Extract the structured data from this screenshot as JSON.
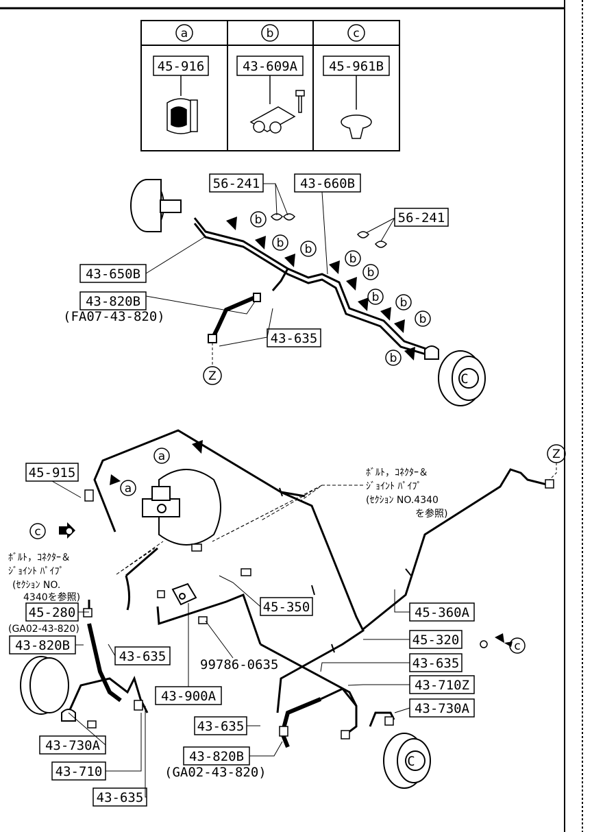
{
  "legend": {
    "a": {
      "letter": "a",
      "part": "45-916"
    },
    "b": {
      "letter": "b",
      "part": "43-609A"
    },
    "c": {
      "letter": "c",
      "part": "45-961B"
    }
  },
  "upper": {
    "p_56241_a": "56-241",
    "p_43660b": "43-660B",
    "p_56241_b": "56-241",
    "p_43650b": "43-650B",
    "p_43820b": "43-820B",
    "p_fa07": "(FA07-43-820)",
    "p_43635": "43-635",
    "z": "Z",
    "b": "b"
  },
  "lower": {
    "p_45915": "45-915",
    "a": "a",
    "c": "c",
    "z": "Z",
    "note_right_1": "ﾎﾞﾙﾄ，ｺﾈｸﾀｰ＆",
    "note_right_2": "ｼﾞｮｲﾝﾄ ﾊﾟｲﾌﾟ",
    "note_right_3": "(ｾｸｼｮﾝ NO.4340",
    "note_right_4": "を参照)",
    "note_left_1": "ﾎﾞﾙﾄ，ｺﾈｸﾀｰ＆",
    "note_left_2": "ｼﾞｮｲﾝﾄ ﾊﾟｲﾌﾟ",
    "note_left_3": "(ｾｸｼｮﾝ NO.",
    "note_left_4": "4340を参照)",
    "p_45280": "45-280",
    "ga02_small": "(GA02-43-820)",
    "p_43820b_l": "43-820B",
    "p_43635_box": "43-635",
    "p_45350": "45-350",
    "p_45360a": "45-360A",
    "p_45320": "45-320",
    "p_99786": "99786-0635",
    "p_43900a": "43-900A",
    "p_43635_r": "43-635",
    "p_43710z": "43-710Z",
    "p_43730a_r": "43-730A",
    "p_43635_m": "43-635",
    "p_43820b_m": "43-820B",
    "ga02_m": "(GA02-43-820)",
    "p_43730a_l": "43-730A",
    "p_43710": "43-710",
    "p_43635_bl": "43-635"
  }
}
